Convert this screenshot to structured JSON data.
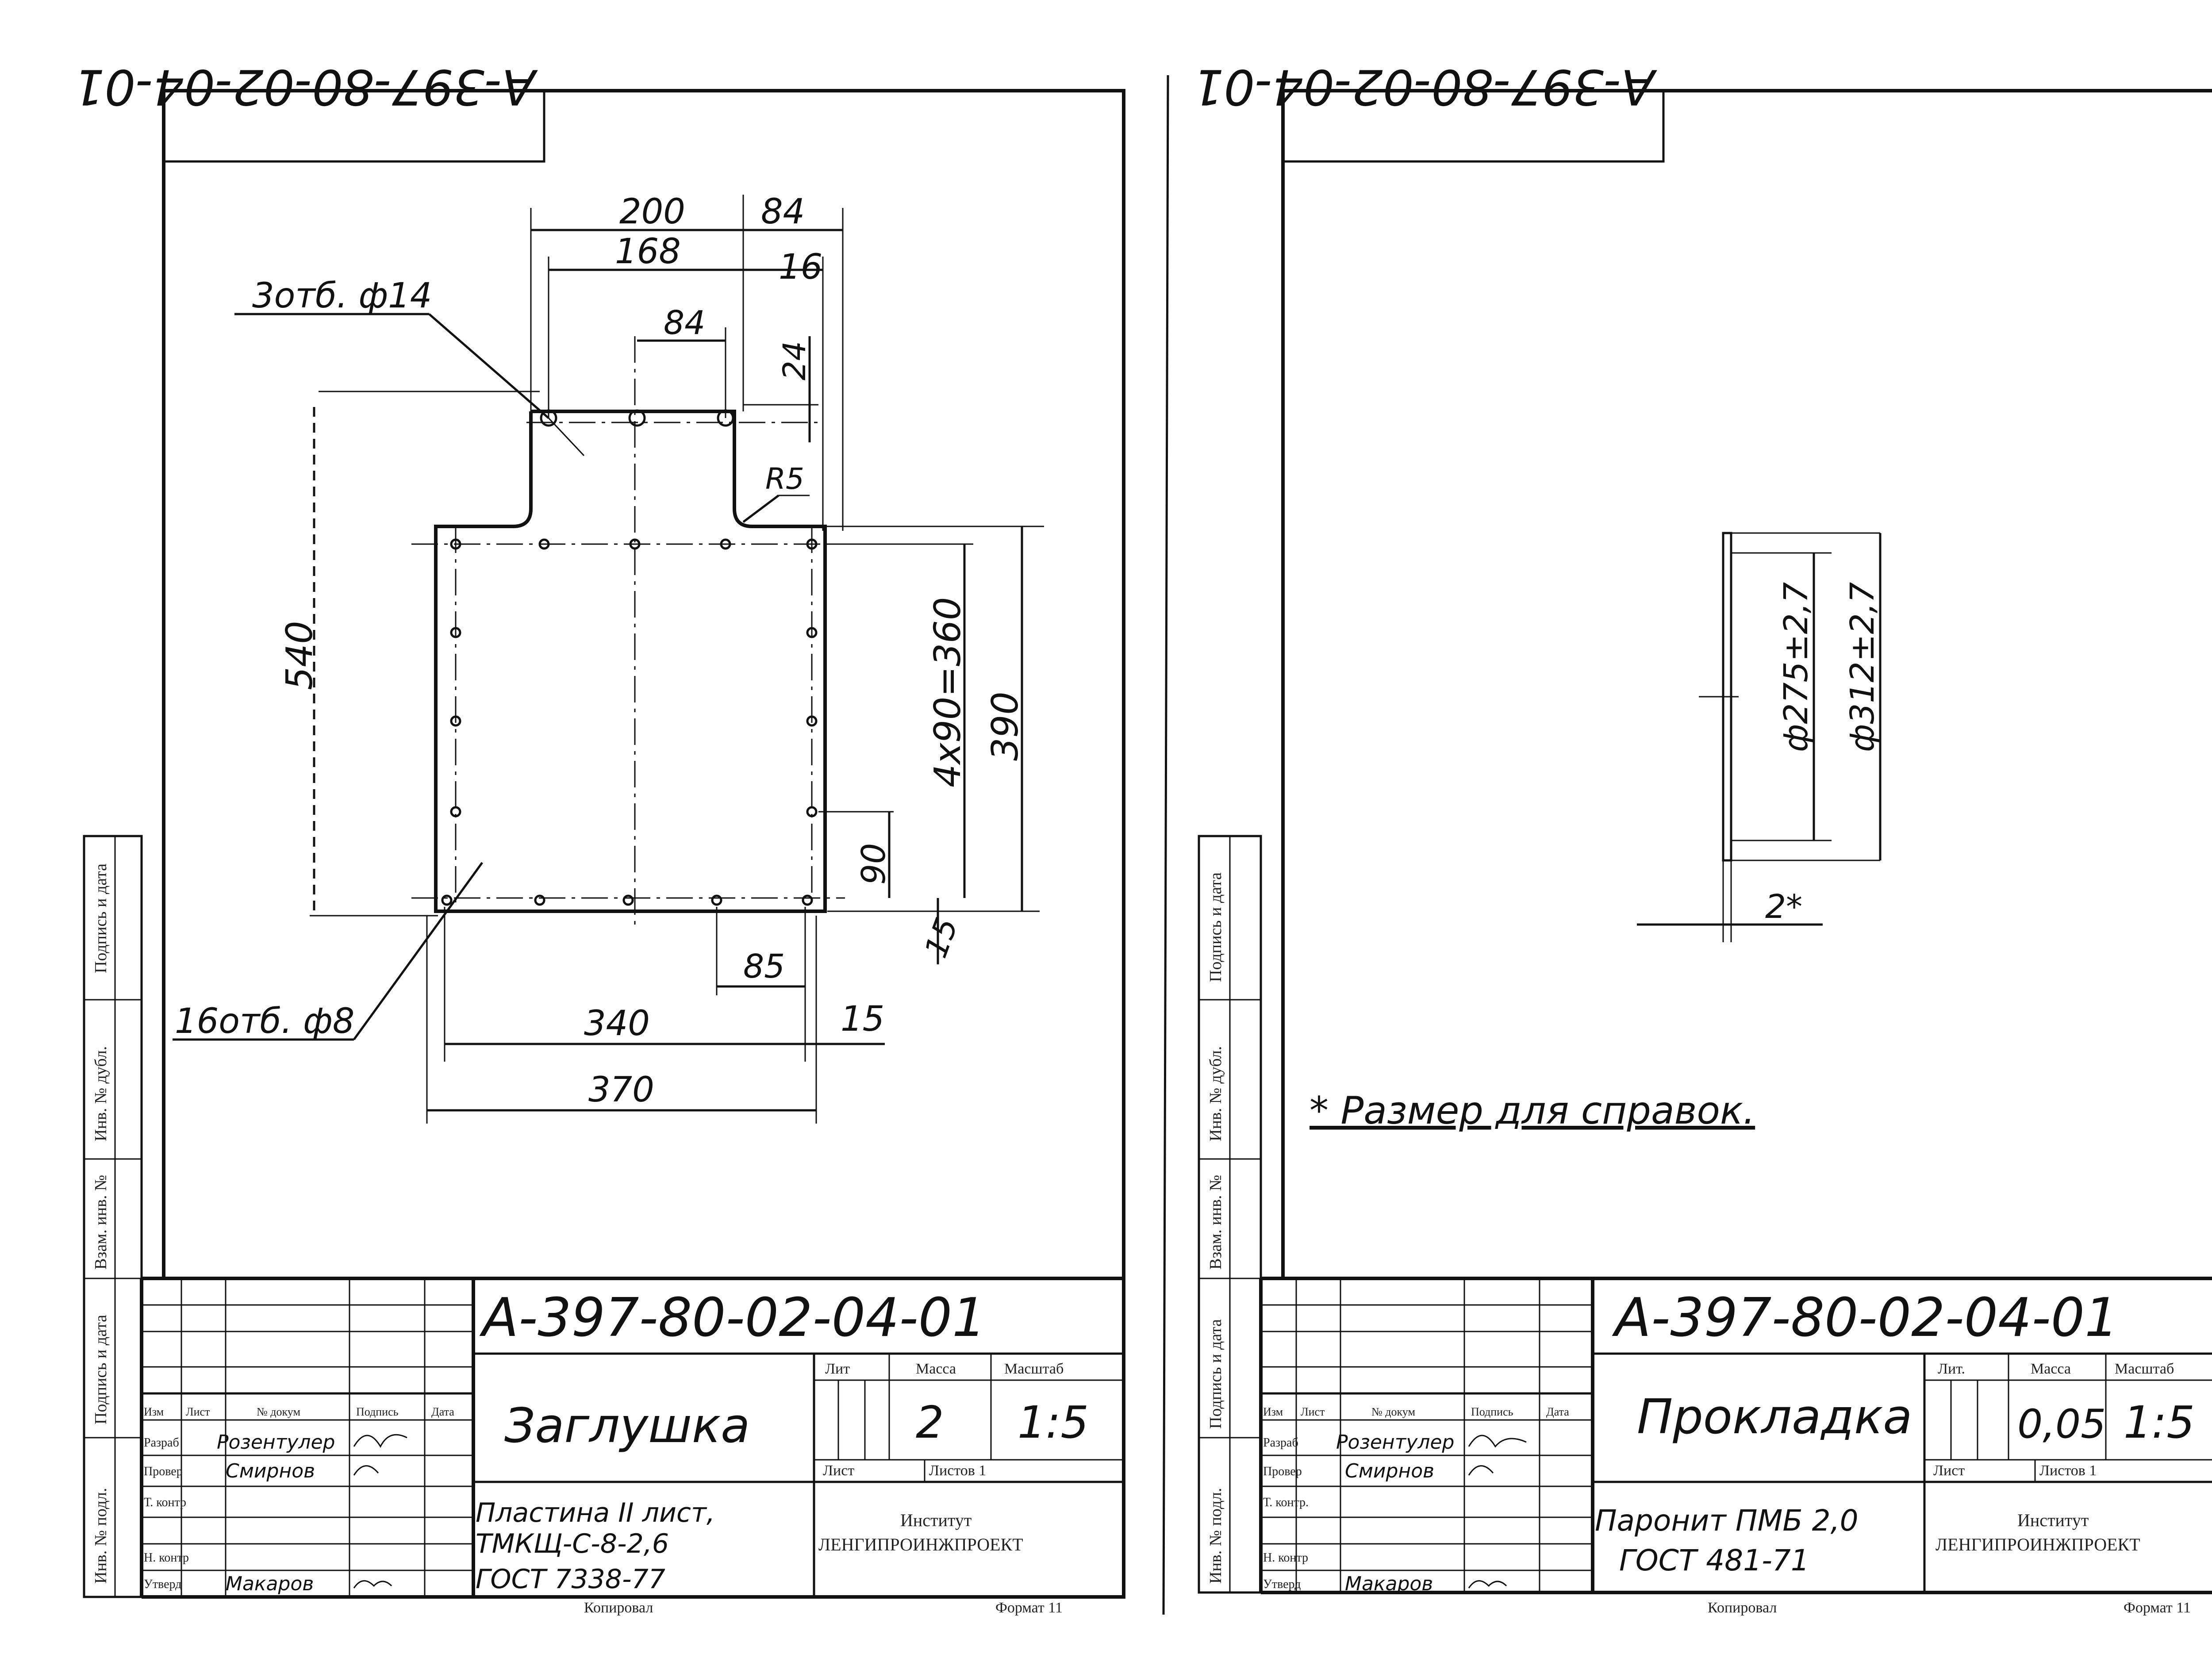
{
  "left_sheet": {
    "stamp_code": "А-397-80-02-04-01",
    "dims": {
      "d200": "200",
      "d84a": "84",
      "d168": "168",
      "d16": "16",
      "d84b": "84",
      "d24": "24",
      "r5": "R5",
      "d540": "540",
      "d360": "4x90=360",
      "d390": "390",
      "d90": "90",
      "d15v": "15",
      "d85": "85",
      "d340": "340",
      "d15h": "15",
      "d370": "370"
    },
    "callouts": {
      "holes3": "3отб. ф14",
      "holes16": "16отб. ф8"
    },
    "title_block": {
      "designation": "А-397-80-02-04-01",
      "name": "Заглушка",
      "material": [
        "Пластина II лист,",
        "ТМКЩ-С-8-2,6",
        "ГОСТ 7338-77"
      ],
      "headers": {
        "lit": "Лит",
        "mass": "Масса",
        "scale": "Масштаб"
      },
      "mass": "2",
      "scale": "1:5",
      "sheet": "Лист",
      "sheets": "Листов 1",
      "org": [
        "Институт",
        "ЛЕНГИПРОИНЖПРОЕКТ"
      ],
      "col_heads": [
        "Изм",
        "Лист",
        "№ докум",
        "Подпись",
        "Дата"
      ],
      "roles": [
        "Разраб",
        "Провер",
        "Т. контр",
        "Н. контр",
        "Утверд"
      ],
      "people": [
        "Розентулер",
        "Смирнов",
        "Макаров"
      ],
      "footer_copy": "Копировал",
      "footer_format": "Формат 11"
    },
    "margin_labels": [
      "Подпись и дата",
      "Инв. № дубл.",
      "Взам. инв. №",
      "Подпись и дата",
      "Инв. № подл."
    ]
  },
  "right_sheet": {
    "stamp_code": "А-397-80-02-04-01",
    "dims": {
      "phi275": "ф275±2,7",
      "phi312": "ф312±2,7",
      "t2": "2*"
    },
    "note": "* Размер для справок.",
    "title_block": {
      "designation": "А-397-80-02-04-01",
      "name": "Прокладка",
      "material": [
        "Паронит ПМБ 2,0",
        "ГОСТ 481-71"
      ],
      "headers": {
        "lit": "Лит.",
        "mass": "Масса",
        "scale": "Масштаб"
      },
      "mass": "0,05",
      "scale": "1:5",
      "sheet": "Лист",
      "sheets": "Листов 1",
      "org": [
        "Институт",
        "ЛЕНГИПРОИНЖПРОЕКТ"
      ],
      "col_heads": [
        "Изм",
        "Лист",
        "№ докум",
        "Подпись",
        "Дата"
      ],
      "roles": [
        "Разраб",
        "Провер",
        "Т. контр.",
        "Н. контр",
        "Утверд"
      ],
      "people": [
        "Розентулер",
        "Смирнов",
        "Макаров"
      ],
      "footer_copy": "Копировал",
      "footer_format": "Формат 11"
    },
    "margin_labels": [
      "Подпись и дата",
      "Инв. № дубл.",
      "Взам. инв. №",
      "Подпись и дата",
      "Инв. № подл."
    ]
  }
}
